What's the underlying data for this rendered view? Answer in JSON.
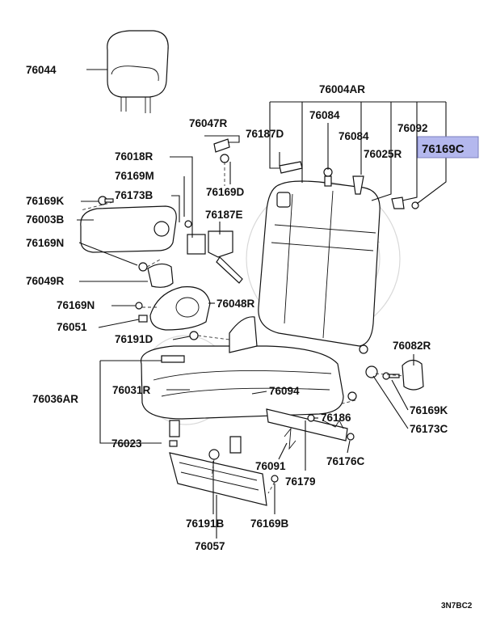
{
  "diagram_code": "3N7BC2",
  "highlight_color": "#b4b8ee",
  "highlighted_part": "76169C",
  "parts": [
    {
      "id": "p76044",
      "number": "76044"
    },
    {
      "id": "p76004AR",
      "number": "76004AR"
    },
    {
      "id": "p76047R",
      "number": "76047R"
    },
    {
      "id": "p76187D",
      "number": "76187D"
    },
    {
      "id": "p76084a",
      "number": "76084"
    },
    {
      "id": "p76084b",
      "number": "76084"
    },
    {
      "id": "p76092",
      "number": "76092"
    },
    {
      "id": "p76169C",
      "number": "76169C"
    },
    {
      "id": "p76025R",
      "number": "76025R"
    },
    {
      "id": "p76018R",
      "number": "76018R"
    },
    {
      "id": "p76169M",
      "number": "76169M"
    },
    {
      "id": "p76169D",
      "number": "76169D"
    },
    {
      "id": "p76173B",
      "number": "76173B"
    },
    {
      "id": "p76169K",
      "number": "76169K"
    },
    {
      "id": "p76187E",
      "number": "76187E"
    },
    {
      "id": "p76003B",
      "number": "76003B"
    },
    {
      "id": "p76169N",
      "number": "76169N"
    },
    {
      "id": "p76049R",
      "number": "76049R"
    },
    {
      "id": "p76169N2",
      "number": "76169N"
    },
    {
      "id": "p76048R",
      "number": "76048R"
    },
    {
      "id": "p76051",
      "number": "76051"
    },
    {
      "id": "p76191D",
      "number": "76191D"
    },
    {
      "id": "p76082R",
      "number": "76082R"
    },
    {
      "id": "p76036AR",
      "number": "76036AR"
    },
    {
      "id": "p76031R",
      "number": "76031R"
    },
    {
      "id": "p76094",
      "number": "76094"
    },
    {
      "id": "p76169K2",
      "number": "76169K"
    },
    {
      "id": "p76186",
      "number": "76186"
    },
    {
      "id": "p76173C",
      "number": "76173C"
    },
    {
      "id": "p76023",
      "number": "76023"
    },
    {
      "id": "p76091",
      "number": "76091"
    },
    {
      "id": "p76176C",
      "number": "76176C"
    },
    {
      "id": "p76179",
      "number": "76179"
    },
    {
      "id": "p76191B",
      "number": "76191B"
    },
    {
      "id": "p76169B",
      "number": "76169B"
    },
    {
      "id": "p76057",
      "number": "76057"
    }
  ]
}
